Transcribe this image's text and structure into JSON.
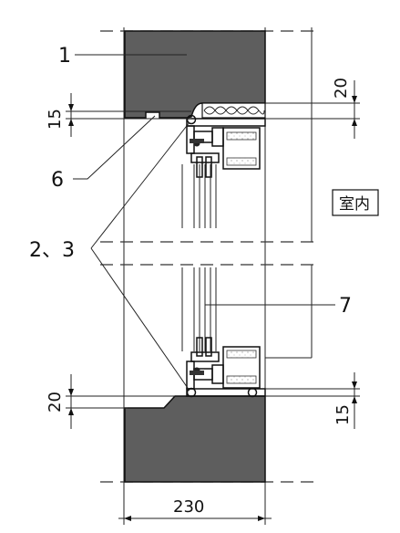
{
  "labels": {
    "wall_block": "1",
    "sealant_joint": "6",
    "sealant_backer": "2、3",
    "glazing": "7",
    "indoor": "室内"
  },
  "dimensions": {
    "top_right": "20",
    "top_left": "15",
    "bottom_left": "20",
    "bottom_right": "15",
    "wall_width": "230"
  },
  "colors": {
    "concrete": "#5e5e5e",
    "line": "#111111"
  }
}
